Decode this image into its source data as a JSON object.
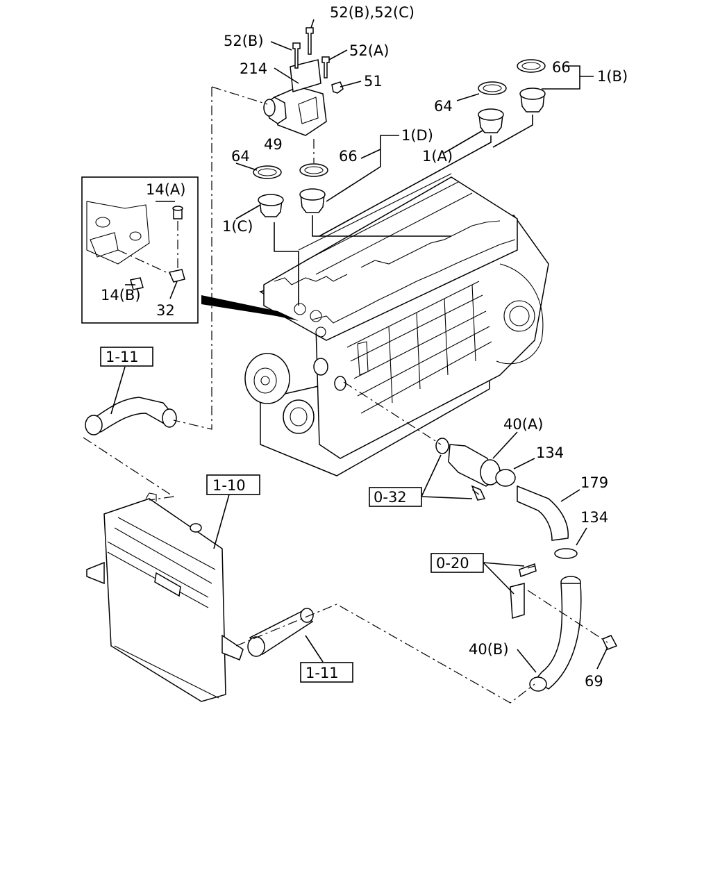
{
  "callouts": {
    "c52bc": "52(B),52(C)",
    "c52b": "52(B)",
    "c52a": "52(A)",
    "c214": "214",
    "c51": "51",
    "c49": "49",
    "c66_top": "66",
    "c1b": "1(B)",
    "c64_right": "64",
    "c1a": "1(A)",
    "c1d": "1(D)",
    "c64_left": "64",
    "c66_mid": "66",
    "c1c": "1(C)",
    "c14a": "14(A)",
    "c14b": "14(B)",
    "c32": "32",
    "c40a": "40(A)",
    "c134_top": "134",
    "c179": "179",
    "c134_bot": "134",
    "c40b": "40(B)",
    "c69": "69"
  },
  "refboxes": {
    "r111_top": "1-11",
    "r110": "1-10",
    "r032": "0-32",
    "r020": "0-20",
    "r111_bot": "1-11"
  }
}
